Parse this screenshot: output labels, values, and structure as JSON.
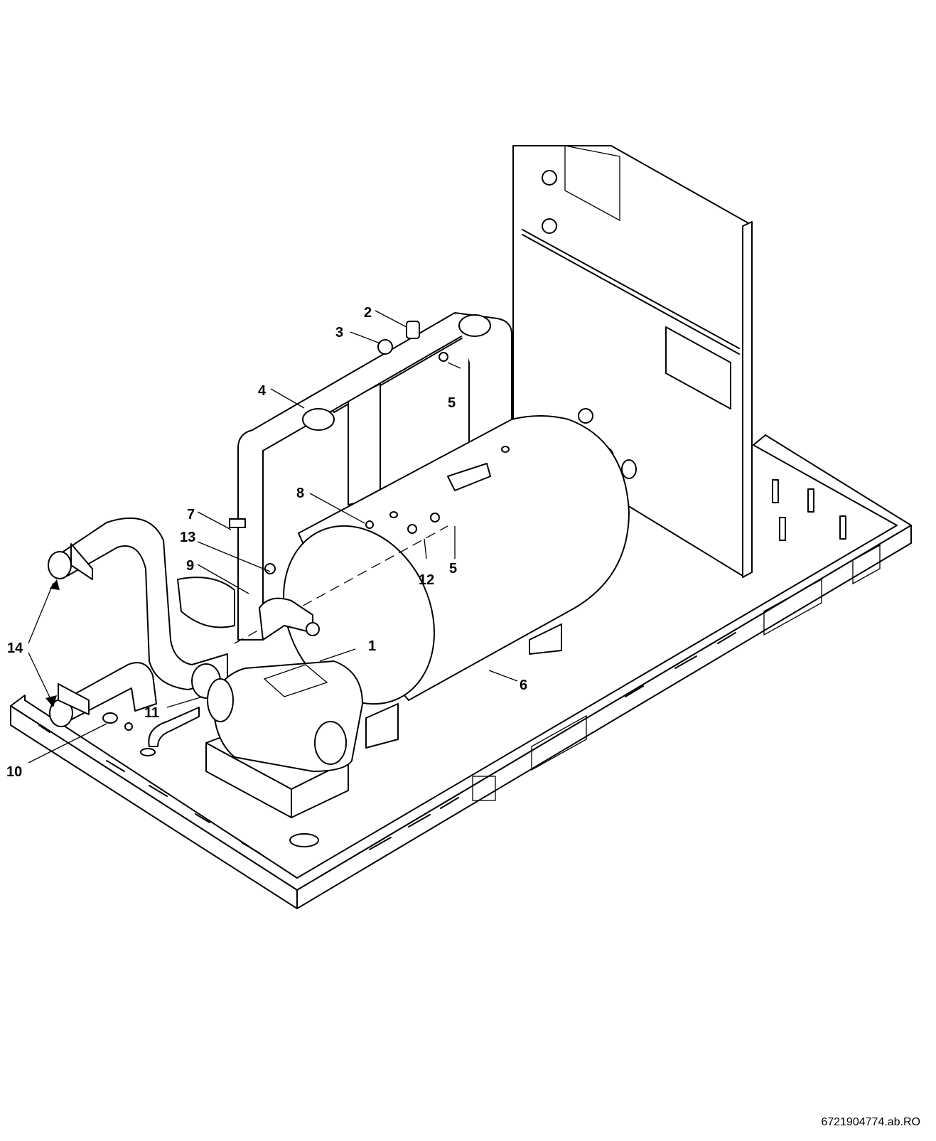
{
  "drawing": {
    "reference": "6721904774.ab.RO",
    "callouts": [
      "1",
      "2",
      "3",
      "4",
      "5",
      "5",
      "6",
      "7",
      "8",
      "9",
      "10",
      "11",
      "12",
      "13",
      "14"
    ]
  }
}
